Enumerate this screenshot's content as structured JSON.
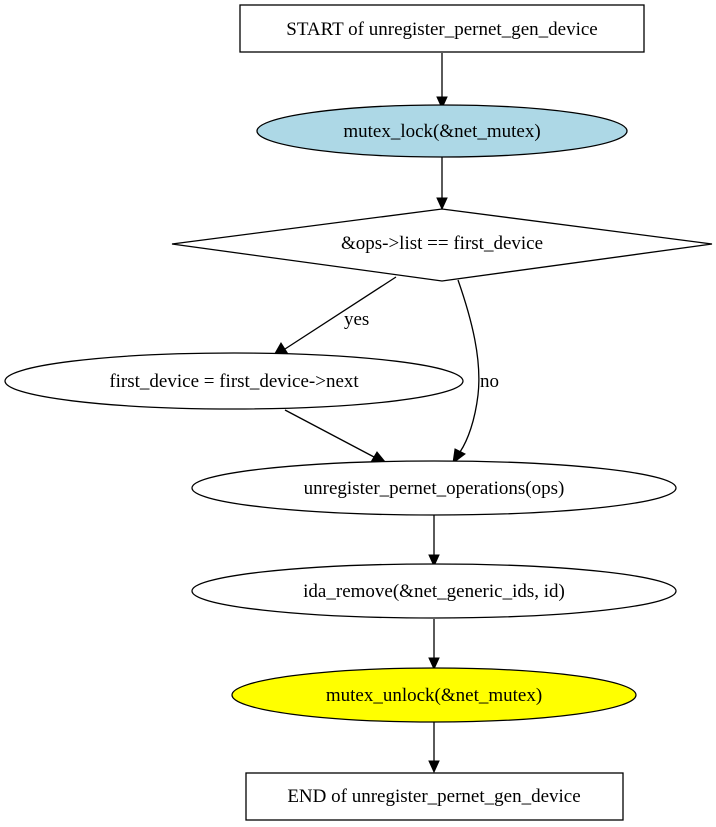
{
  "diagram": {
    "type": "flowchart",
    "function_name": "unregister_pernet_gen_device",
    "nodes": [
      {
        "id": "start",
        "shape": "box",
        "label": "START of unregister_pernet_gen_device",
        "fill": "#ffffff"
      },
      {
        "id": "lock",
        "shape": "ellipse",
        "label": "mutex_lock(&net_mutex)",
        "fill": "#add8e6"
      },
      {
        "id": "cond",
        "shape": "diamond",
        "label": "&ops->list == first_device",
        "fill": "#ffffff"
      },
      {
        "id": "assign",
        "shape": "ellipse",
        "label": "first_device = first_device->next",
        "fill": "#ffffff"
      },
      {
        "id": "unreg",
        "shape": "ellipse",
        "label": "unregister_pernet_operations(ops)",
        "fill": "#ffffff"
      },
      {
        "id": "ida",
        "shape": "ellipse",
        "label": "ida_remove(&net_generic_ids, id)",
        "fill": "#ffffff"
      },
      {
        "id": "unlock",
        "shape": "ellipse",
        "label": "mutex_unlock(&net_mutex)",
        "fill": "#ffff00"
      },
      {
        "id": "end",
        "shape": "box",
        "label": "END of unregister_pernet_gen_device",
        "fill": "#ffffff"
      }
    ],
    "edges": [
      {
        "from": "start",
        "to": "lock",
        "label": ""
      },
      {
        "from": "lock",
        "to": "cond",
        "label": ""
      },
      {
        "from": "cond",
        "to": "assign",
        "label": "yes"
      },
      {
        "from": "cond",
        "to": "unreg",
        "label": "no"
      },
      {
        "from": "assign",
        "to": "unreg",
        "label": ""
      },
      {
        "from": "unreg",
        "to": "ida",
        "label": ""
      },
      {
        "from": "ida",
        "to": "unlock",
        "label": ""
      },
      {
        "from": "unlock",
        "to": "end",
        "label": ""
      }
    ]
  }
}
